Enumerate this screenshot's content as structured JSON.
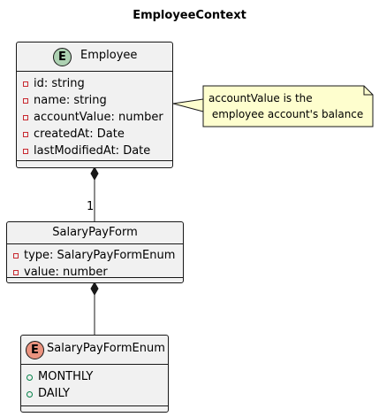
{
  "diagram": {
    "title": "EmployeeContext",
    "classes": {
      "employee": {
        "stereotype_letter": "E",
        "stereotype_color": "#add1b2",
        "name": "Employee",
        "fields": [
          "id: string",
          "name: string",
          "accountValue: number",
          "createdAt: Date",
          "lastModifiedAt: Date"
        ]
      },
      "salary_pay_form": {
        "name": "SalaryPayForm",
        "fields": [
          "type: SalaryPayFormEnum",
          "value: number"
        ]
      },
      "salary_pay_form_enum": {
        "stereotype_letter": "E",
        "stereotype_color": "#eb937f",
        "name": "SalaryPayFormEnum",
        "values": [
          "MONTHLY",
          "DAILY"
        ]
      }
    },
    "note": {
      "line1": "accountValue is the",
      "line2": " employee account's balance"
    },
    "relations": {
      "employee_to_payform_multiplicity": "1"
    },
    "colors": {
      "class_fill": "#f1f1f1",
      "border": "#181818",
      "note_fill": "#fefece",
      "private_marker": "#c82930",
      "public_marker": "#038048"
    }
  }
}
